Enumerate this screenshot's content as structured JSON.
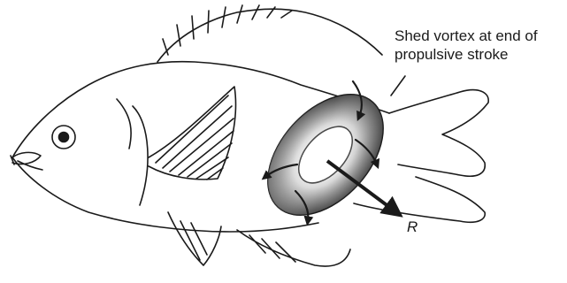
{
  "annotation": {
    "line1": "Shed vortex at end of",
    "line2": "propulsive stroke"
  },
  "force_label": "R",
  "colors": {
    "outline": "#1a1a1a",
    "background": "#ffffff",
    "ring_dark": "#4a4a4a",
    "ring_mid": "#8c8c8c",
    "ring_light": "#d8d8d8"
  }
}
